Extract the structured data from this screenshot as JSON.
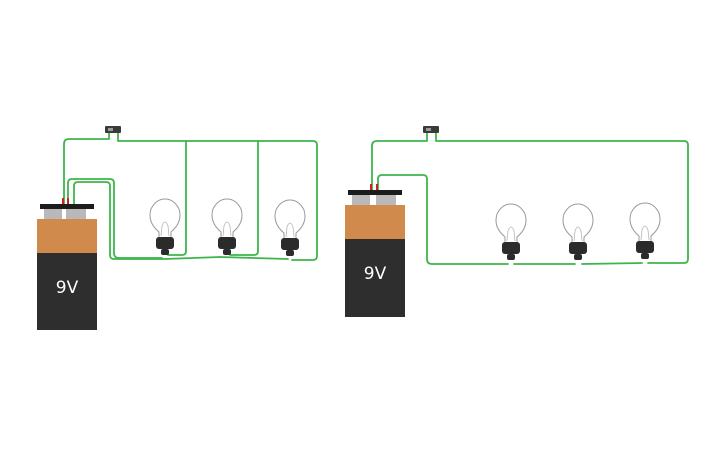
{
  "colors": {
    "wire": "#3db54a",
    "battery_top": "#d08a4c",
    "battery_bottom": "#2e2e2e",
    "battery_cap": "#1c1c1c",
    "terminal": "#b9b9b9",
    "bulb_base": "#2b2b2b",
    "switch": "#3a3a3a",
    "lead_red": "#cc2222"
  },
  "circuits": [
    {
      "id": "parallel-circuit",
      "battery": {
        "label": "9V"
      },
      "bulbs": [
        "bulb",
        "bulb",
        "bulb"
      ],
      "switch": "slide-switch"
    },
    {
      "id": "series-circuit",
      "battery": {
        "label": "9V"
      },
      "bulbs": [
        "bulb",
        "bulb",
        "bulb"
      ],
      "switch": "slide-switch"
    }
  ]
}
